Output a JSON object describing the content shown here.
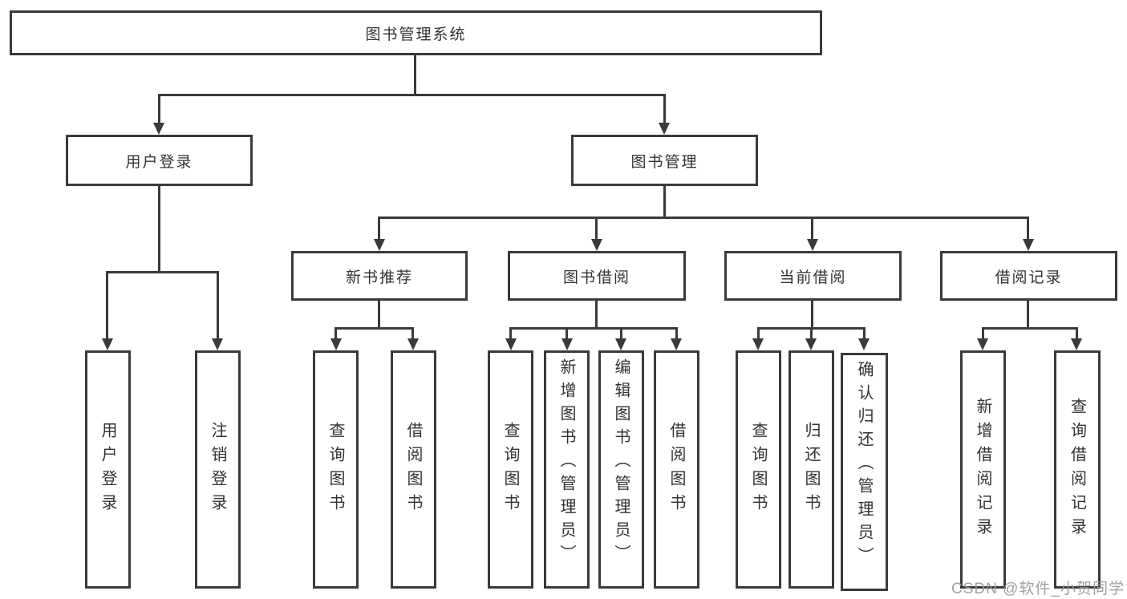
{
  "diagram": {
    "title": "图书管理系统",
    "root": {
      "label": "图书管理系统"
    },
    "level2": [
      {
        "id": "user-login",
        "label": "用户登录"
      },
      {
        "id": "book-management",
        "label": "图书管理"
      }
    ],
    "level3": [
      {
        "id": "new-book-recommend",
        "label": "新书推荐"
      },
      {
        "id": "book-borrow",
        "label": "图书借阅"
      },
      {
        "id": "current-borrow",
        "label": "当前借阅"
      },
      {
        "id": "borrow-records",
        "label": "借阅记录"
      }
    ],
    "leaves": {
      "user_login": [
        "用户登录",
        "注销登录"
      ],
      "new_book_recommend": [
        "查询图书",
        "借阅图书"
      ],
      "book_borrow": [
        "查询图书",
        "新增图书（管理员）",
        "编辑图书（管理员）",
        "借阅图书"
      ],
      "current_borrow": [
        "查询图书",
        "归还图书",
        "确认归还（管理员）"
      ],
      "borrow_records": [
        "新增借阅记录",
        "查询借阅记录"
      ]
    },
    "colors": {
      "line": "#3a3a3a",
      "text": "#333333",
      "background": "#ffffff",
      "watermark": "#9b9b9b"
    }
  },
  "watermark": {
    "text": "CSDN @软件_小贺同学"
  }
}
